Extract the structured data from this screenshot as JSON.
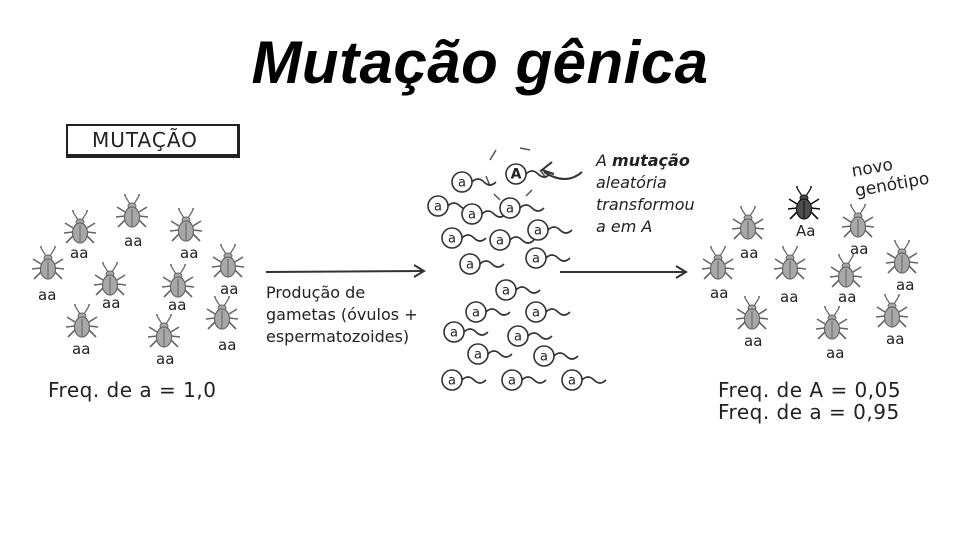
{
  "title": "Mutação gênica",
  "box_label": "MUTAÇÃO",
  "gametes_label": "Produção de\ngametas (óvulos +\nespermatozoides)",
  "explanation": {
    "prefix": "A ",
    "bold": "mutação",
    "rest": "\naleatória\ntransformou\na em A"
  },
  "new_genotype_label": "novo\ngenótipo",
  "genotypes": {
    "homozygous": "aa",
    "heterozygous": "Aa"
  },
  "alleles": {
    "recessive": "a",
    "dominant": "A"
  },
  "freq_initial": "Freq. de a = 1,0",
  "freq_final_A": "Freq. de A = 0,05",
  "freq_final_a": "Freq. de a = 0,95",
  "colors": {
    "ink": "#222222",
    "beetle_gray": "#a8a8a8",
    "beetle_dark": "#4d4d4d"
  }
}
